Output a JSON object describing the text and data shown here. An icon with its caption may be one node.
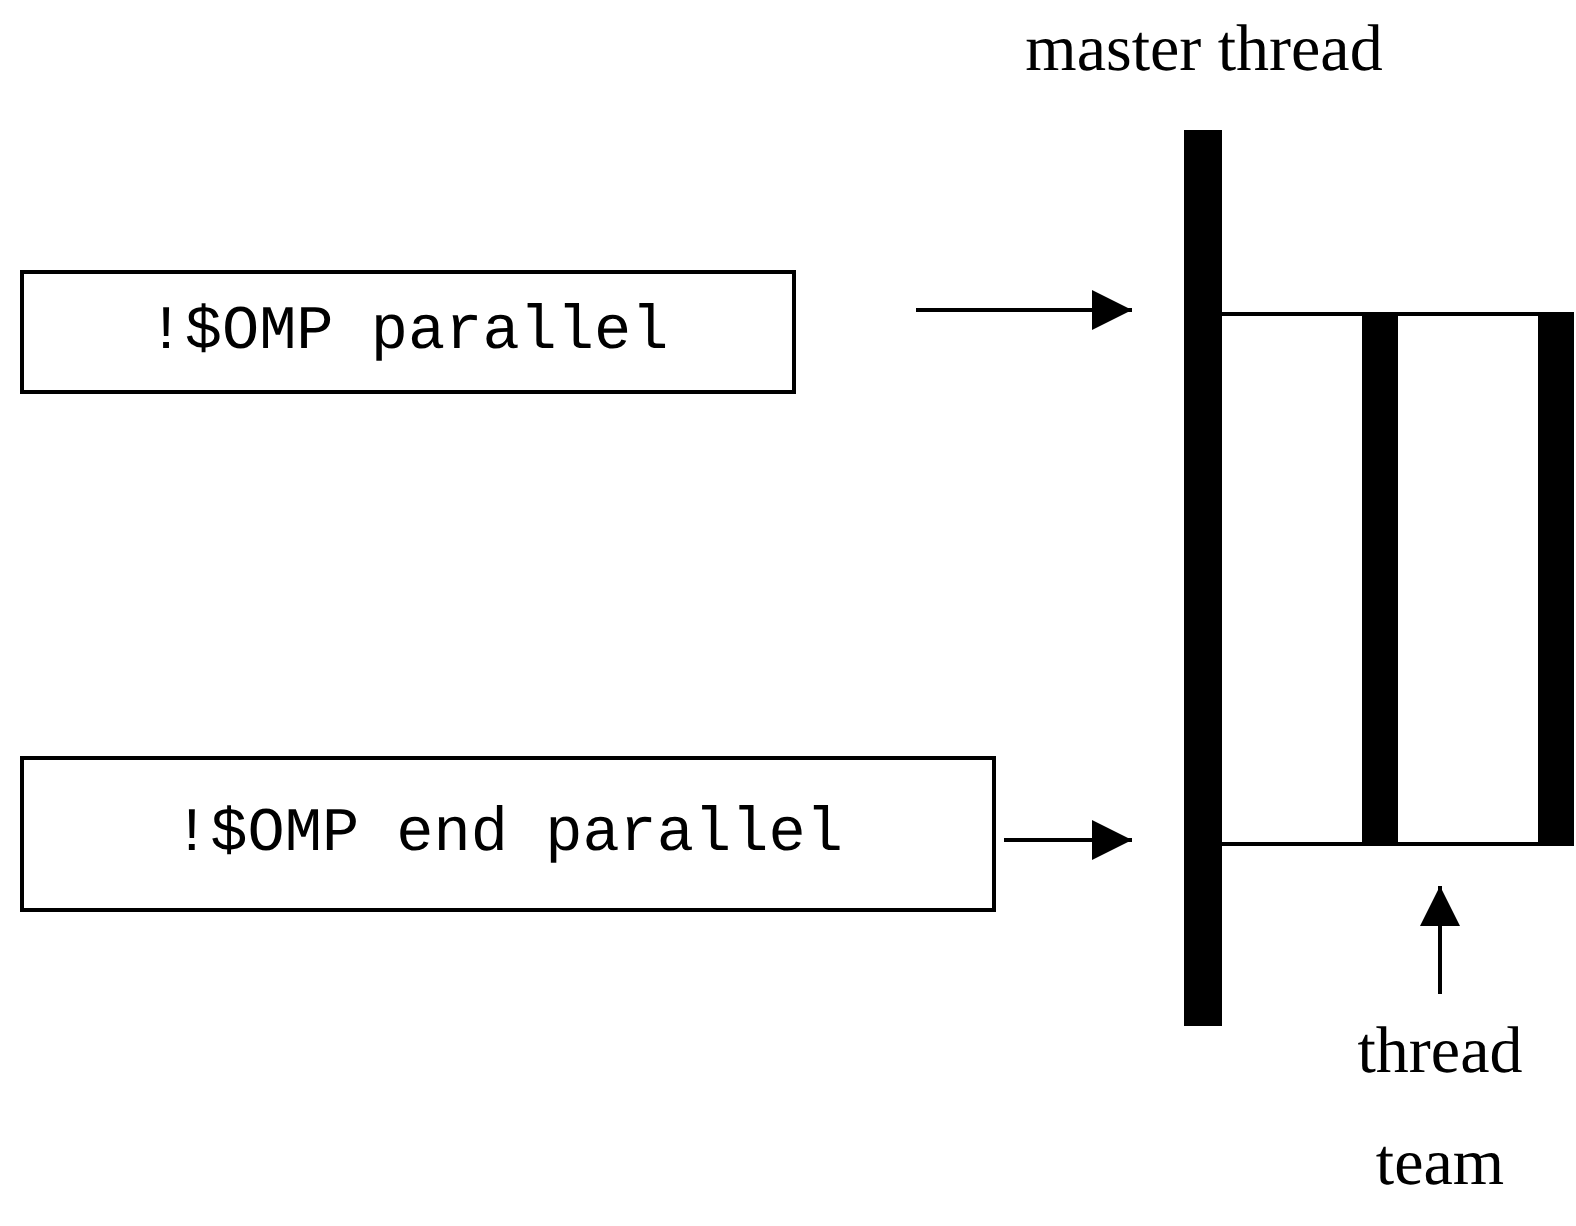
{
  "diagram": {
    "nodes": [
      {
        "text": [
          "!$OMP parallel"
        ]
      },
      {
        "text": [
          "!$OMP end parallel"
        ]
      },
      {
        "text": [],
        "shape": "bar",
        "beside": [
          "master thread"
        ]
      },
      {
        "text": [],
        "shape": "bar"
      },
      {
        "text": [],
        "shape": "bar"
      },
      {
        "text": [
          "thread team"
        ]
      }
    ],
    "edges": [
      {
        "from": 0,
        "to": 2,
        "arrow": "to"
      },
      {
        "from": 1,
        "to": 2,
        "arrow": "to"
      },
      {
        "from": 2,
        "to": 3,
        "arrow": "none"
      },
      {
        "from": 3,
        "to": 4,
        "arrow": "none"
      },
      {
        "from": 2,
        "to": 3,
        "arrow": "none"
      },
      {
        "from": 3,
        "to": 4,
        "arrow": "none"
      },
      {
        "from": 5,
        "to": null,
        "arrow": "to"
      }
    ]
  }
}
